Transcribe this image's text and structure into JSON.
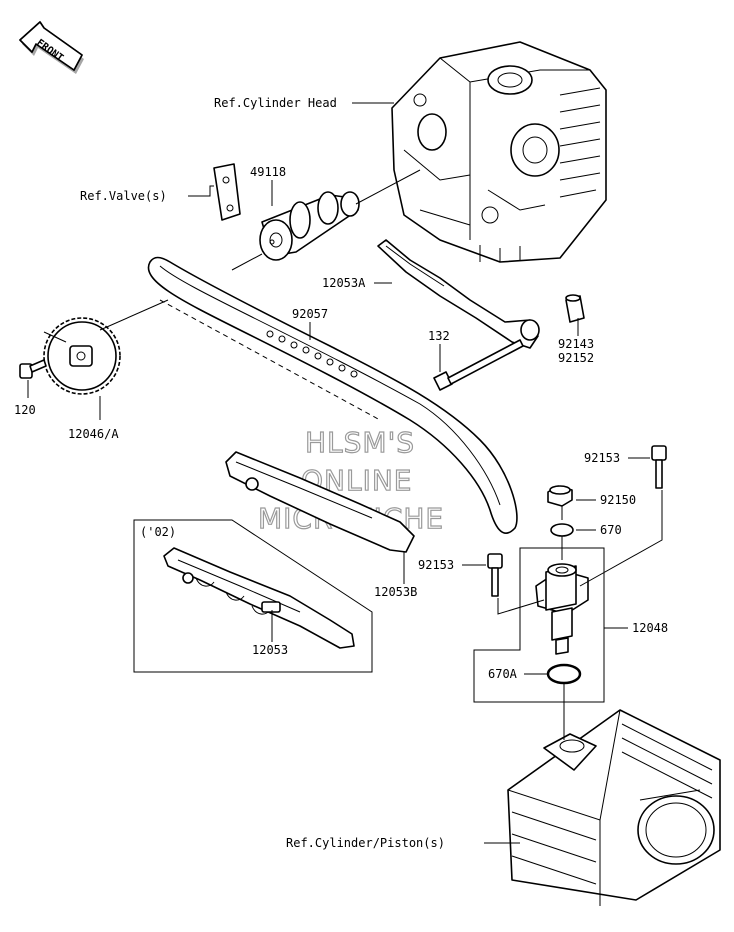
{
  "front_marker": "FRONT",
  "watermark": [
    "HLSM'S",
    "ONLINE",
    "MICROFICHE"
  ],
  "labels": {
    "cylinder_head": "Ref.Cylinder Head",
    "valves": "Ref.Valve(s)",
    "camshaft": "49118",
    "guide_a": "12053A",
    "chain": "92057",
    "bolt_132": "132",
    "collar_92143": "92143",
    "collar_92152": "92152",
    "bolt_120": "120",
    "sprocket": "12046/A",
    "bolt_92153_top": "92153",
    "plug_92150": "92150",
    "oring_670": "670",
    "bolt_92153_left": "92153",
    "guide_b": "12053B",
    "tensioner": "12048",
    "oring_670a": "670A",
    "guide_02": "12053",
    "year_box": "('02)",
    "cylinder": "Ref.Cylinder/Piston(s)"
  }
}
